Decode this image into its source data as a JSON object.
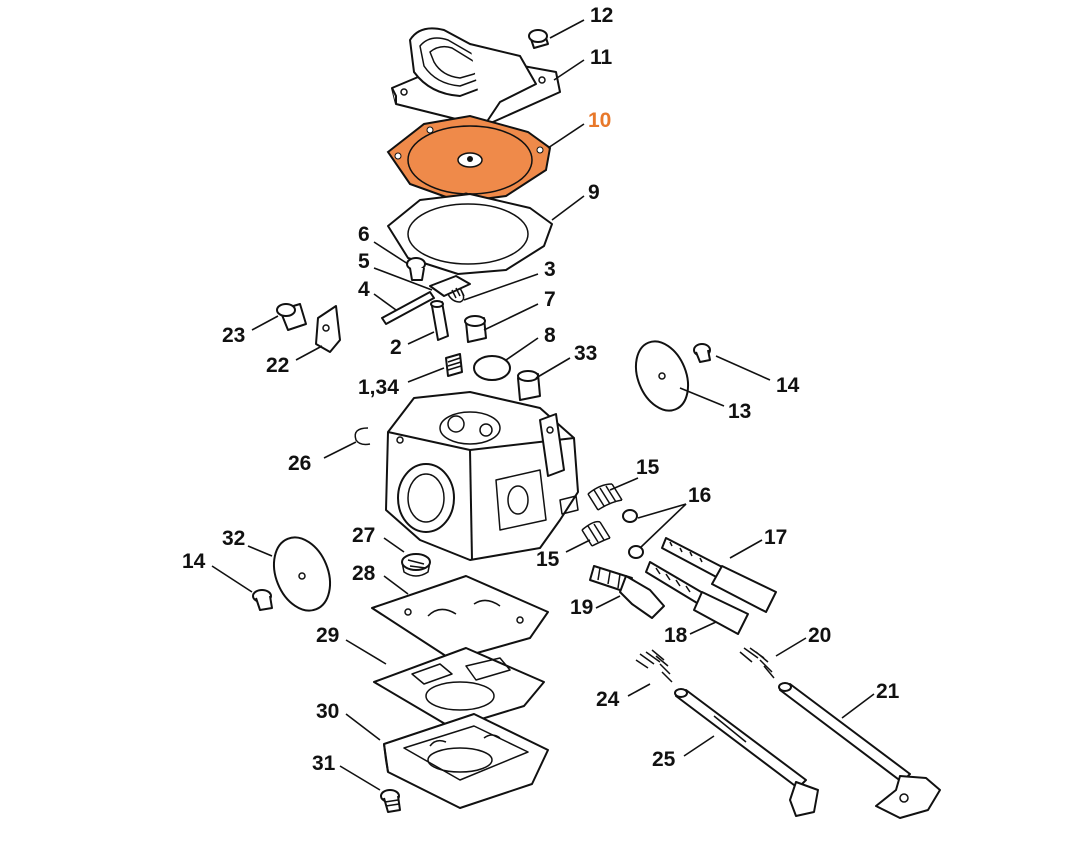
{
  "diagram": {
    "highlight_color": "#e8782a",
    "highlight_fill": "#ef8a4a",
    "callouts": {
      "c12": "12",
      "c11": "11",
      "c10": "10",
      "c9": "9",
      "c6": "6",
      "c5": "5",
      "c3": "3",
      "c4": "4",
      "c7": "7",
      "c23": "23",
      "c22": "22",
      "c2": "2",
      "c8": "8",
      "c33": "33",
      "c134": "1,34",
      "c14a": "14",
      "c13": "13",
      "c26": "26",
      "c15a": "15",
      "c16": "16",
      "c17": "17",
      "c15b": "15",
      "c32": "32",
      "c27": "27",
      "c14b": "14",
      "c28": "28",
      "c19": "19",
      "c18": "18",
      "c29": "29",
      "c20": "20",
      "c24": "24",
      "c21": "21",
      "c30": "30",
      "c25": "25",
      "c31": "31"
    }
  }
}
